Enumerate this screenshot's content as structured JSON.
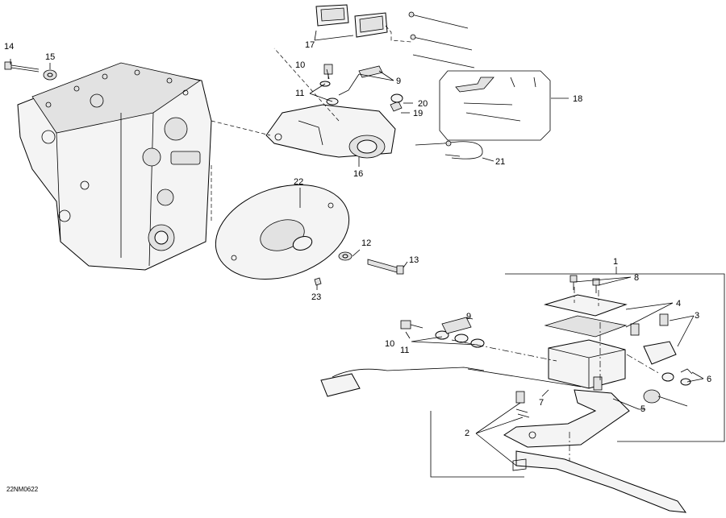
{
  "callouts": {
    "c1": "1",
    "c2": "2",
    "c3": "3",
    "c4": "4",
    "c5": "5",
    "c6": "6",
    "c7": "7",
    "c8": "8",
    "c9a": "9",
    "c9b": "9",
    "c10a": "10",
    "c10b": "10",
    "c11a": "11",
    "c11b": "11",
    "c12": "12",
    "c13": "13",
    "c14": "14",
    "c15": "15",
    "c16": "16",
    "c17": "17",
    "c18": "18",
    "c19": "19",
    "c20": "20",
    "c21": "21",
    "c22": "22",
    "c23": "23"
  },
  "reference_code": "22NM0622"
}
